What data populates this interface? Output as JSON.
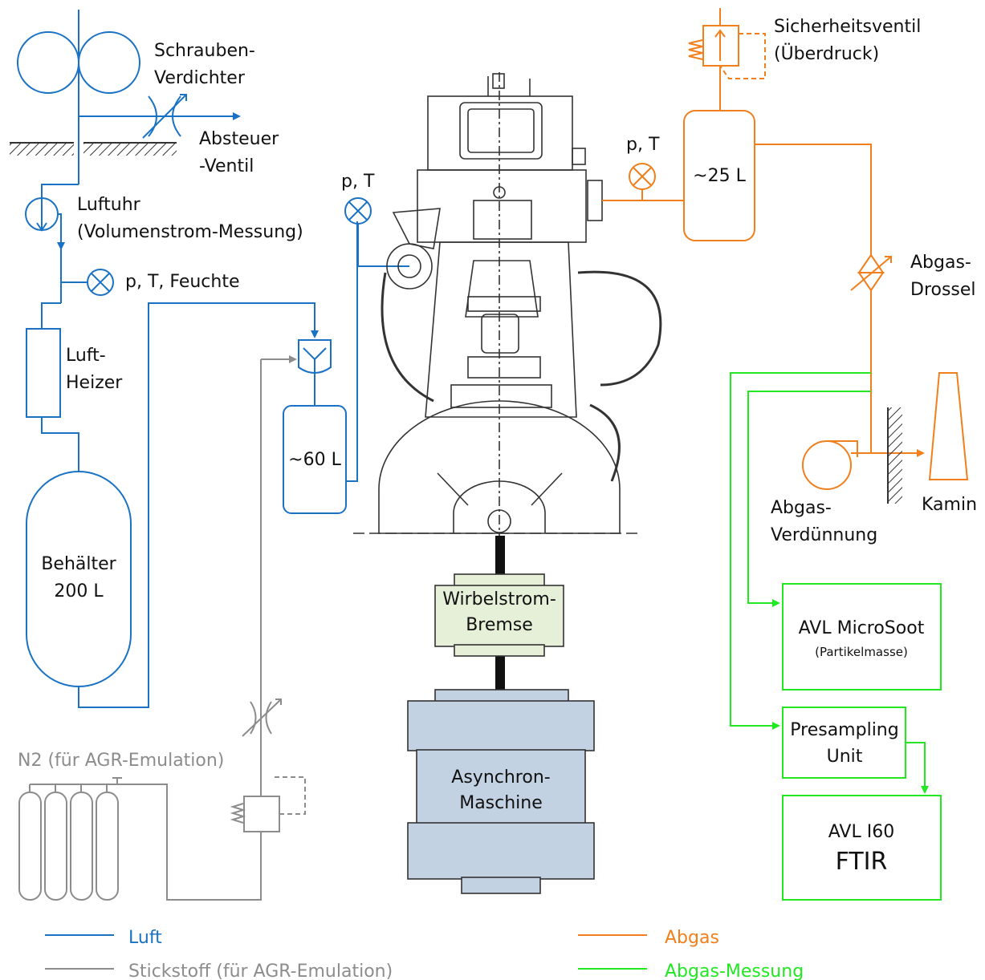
{
  "colors": {
    "air": "#1a72c4",
    "nitrogen": "#8c8c8c",
    "exhaust": "#f07f1c",
    "measurement": "#22e822",
    "engine": "#333333",
    "brake_fill": "#e6f0d8",
    "machine_fill": "#c3d2e2"
  },
  "labels": {
    "compressor": [
      "Schrauben-",
      "Verdichter"
    ],
    "bypass_valve": [
      "Absteuer",
      "-Ventil"
    ],
    "air_meter": [
      "Luftuhr",
      "(Volumenstrom-Messung)"
    ],
    "air_sensor": "p, T, Feuchte",
    "heater": [
      "Luft-",
      "Heizer"
    ],
    "tank_200": [
      "Behälter",
      "200 L"
    ],
    "tank_60": "~60 L",
    "intake_sensor": "p, T",
    "exhaust_sensor": "p, T",
    "tank_25": "~25 L",
    "safety_valve": [
      "Sicherheitsventil",
      "(Überdruck)"
    ],
    "throttle": [
      "Abgas-",
      "Drossel"
    ],
    "dilution": [
      "Abgas-",
      "Verdünnung"
    ],
    "chimney": "Kamin",
    "microsoot": [
      "AVL MicroSoot",
      "(Partikelmasse)"
    ],
    "presampling": [
      "Presampling",
      "Unit"
    ],
    "ftir": [
      "AVL I60",
      "FTIR"
    ],
    "brake": [
      "Wirbelstrom-",
      "Bremse"
    ],
    "machine": [
      "Asynchron-",
      "Maschine"
    ],
    "n2": "N2 (für AGR-Emulation)"
  },
  "legend": [
    {
      "key": "air",
      "label": "Luft"
    },
    {
      "key": "nitrogen",
      "label": "Stickstoff (für AGR-Emulation)"
    },
    {
      "key": "exhaust",
      "label": "Abgas"
    },
    {
      "key": "measurement",
      "label": "Abgas-Messung"
    }
  ]
}
